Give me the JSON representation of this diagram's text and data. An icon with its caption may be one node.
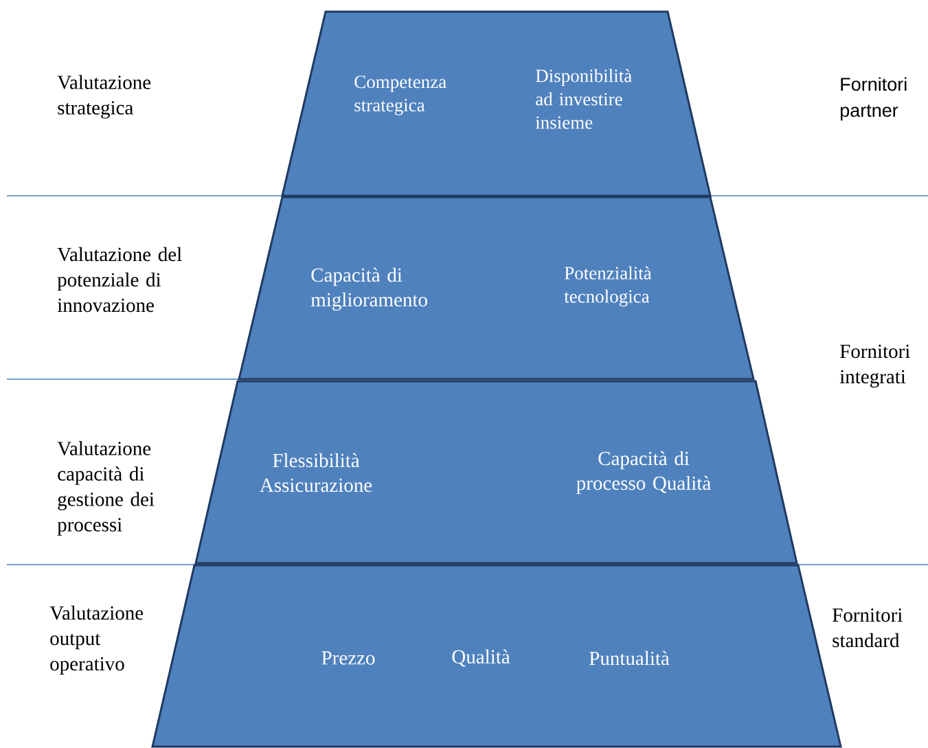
{
  "diagram": {
    "nodes": [
      {
        "text": [
          "Competenza strategica",
          "Disponibilità ad investire insieme"
        ]
      },
      {
        "text": [
          "Capacità di miglioramento",
          "Potenzialità tecnologica"
        ]
      },
      {
        "text": [
          "Flessibilità Assicurazione",
          "Capacità di processo Qualità"
        ]
      },
      {
        "text": [
          "Prezzo",
          "Qualità",
          "Puntualità"
        ]
      }
    ],
    "labels": [
      "Valutazione strategica",
      "Fornitori partner",
      "Valutazione del potenziale di innovazione",
      "Fornitori integrati",
      "Valutazione capacità di gestione dei processi",
      "Valutazione output operativo",
      "Fornitori standard"
    ]
  }
}
